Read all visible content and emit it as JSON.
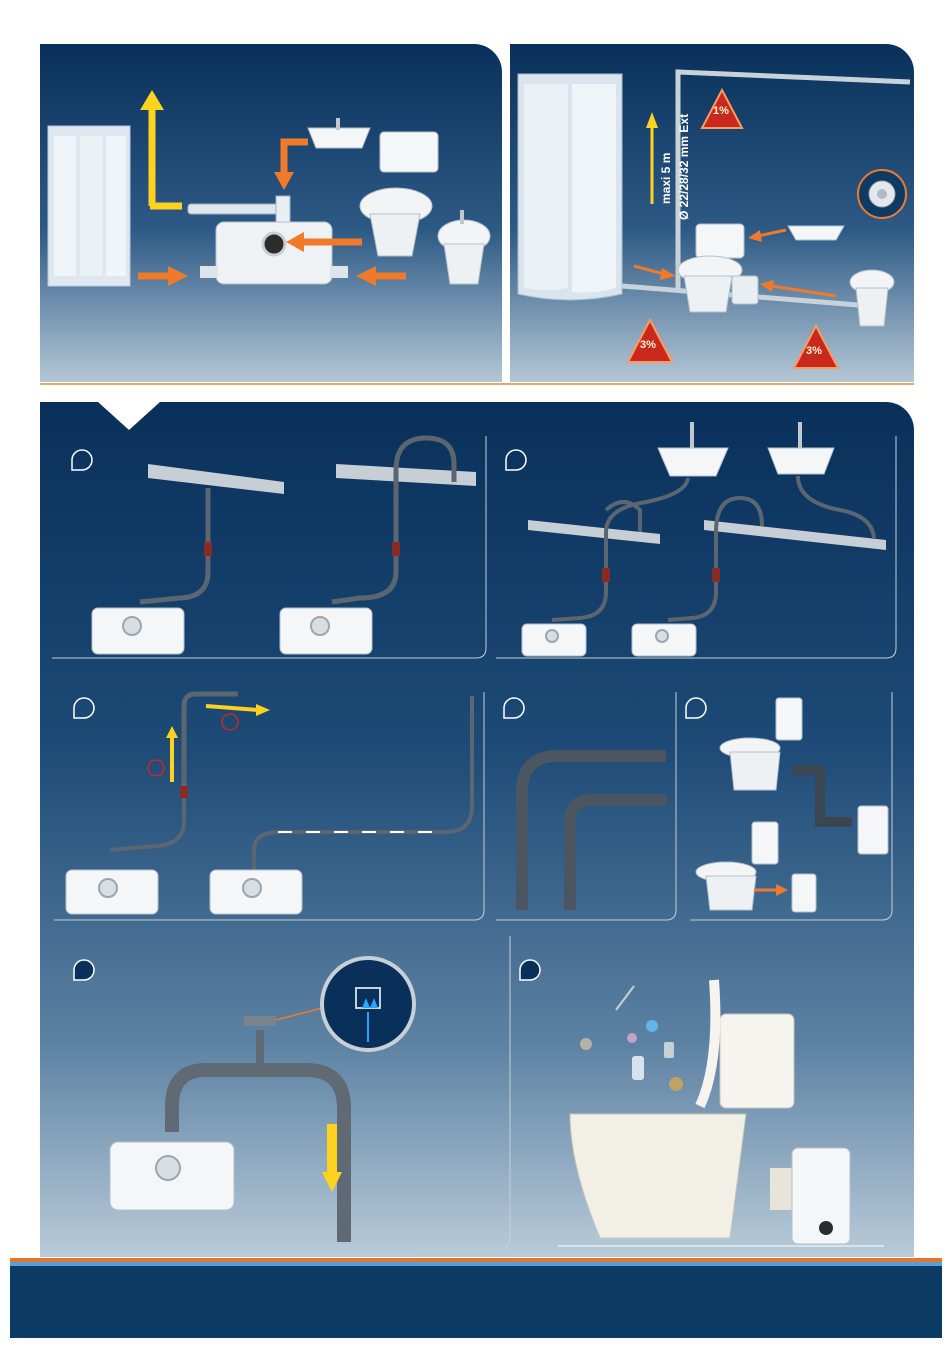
{
  "top_right": {
    "max_height_label": "maxi 5 m",
    "pipe_diameter_label": "Ø 22/28/32 mm Ext",
    "slope_top": "1%",
    "slope_left": "3%",
    "slope_right": "3%"
  },
  "colors": {
    "navy": "#08305a",
    "arrow_orange": "#f07a2a",
    "arrow_yellow": "#ffd21f",
    "footer_blue": "#0c3b66",
    "orange_rule": "#e6762b",
    "light_blue_rule": "#5aa0d8"
  },
  "icons": [
    "shower-cabin",
    "washbasin",
    "toilet",
    "bidet",
    "macerator-pump",
    "prohibition-circle",
    "air-vent",
    "waste-items"
  ]
}
